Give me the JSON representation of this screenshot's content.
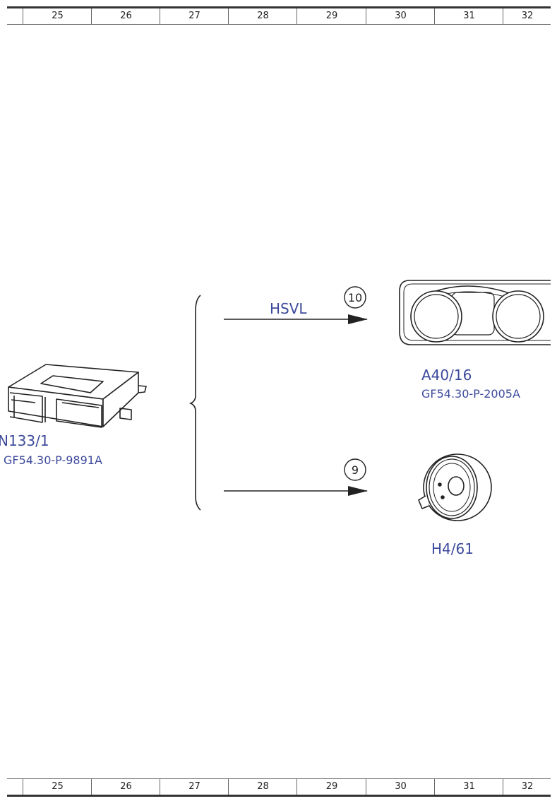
{
  "ruler": {
    "columns": [
      "25",
      "26",
      "27",
      "28",
      "29",
      "30",
      "31",
      "32"
    ]
  },
  "source_component": {
    "id": "N133/1",
    "ref": "GF54.30-P-9891A"
  },
  "signals": [
    {
      "number": "10",
      "name": "HSVL"
    },
    {
      "number": "9",
      "name": ""
    }
  ],
  "targets": [
    {
      "id": "A40/16",
      "ref": "GF54.30-P-2005A"
    },
    {
      "id": "H4/61"
    }
  ],
  "colors": {
    "label": "#3d4a9c",
    "line": "#222222"
  }
}
